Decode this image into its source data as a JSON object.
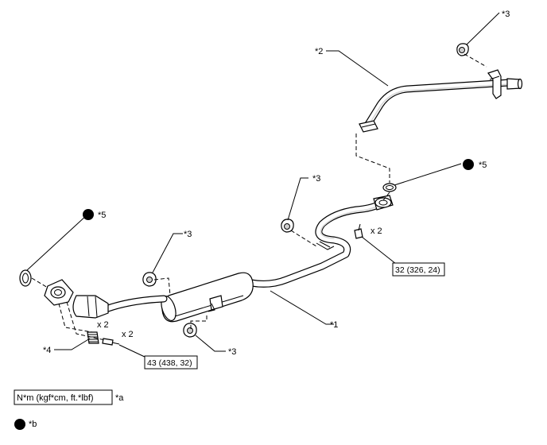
{
  "labels": {
    "part1": "*1",
    "part2": "*2",
    "part3_top": "*3",
    "part3_mid": "*3",
    "part3_left": "*3",
    "part3_bottom": "*3",
    "part4": "*4",
    "part5_right": "*5",
    "part5_left": "*5"
  },
  "quantities": {
    "bolt_right": "x 2",
    "spring_left": "x 2",
    "bolt_left": "x 2"
  },
  "torques": {
    "center_joint": "32 (326, 24)",
    "front_joint": "43 (438, 32)"
  },
  "legend": {
    "unit_box": "N*m (kgf*cm, ft.*lbf)",
    "unit_key": "*a",
    "dot_key": "*b"
  },
  "colors": {
    "ink": "#000000",
    "part_shade": "#cfcfcf"
  }
}
